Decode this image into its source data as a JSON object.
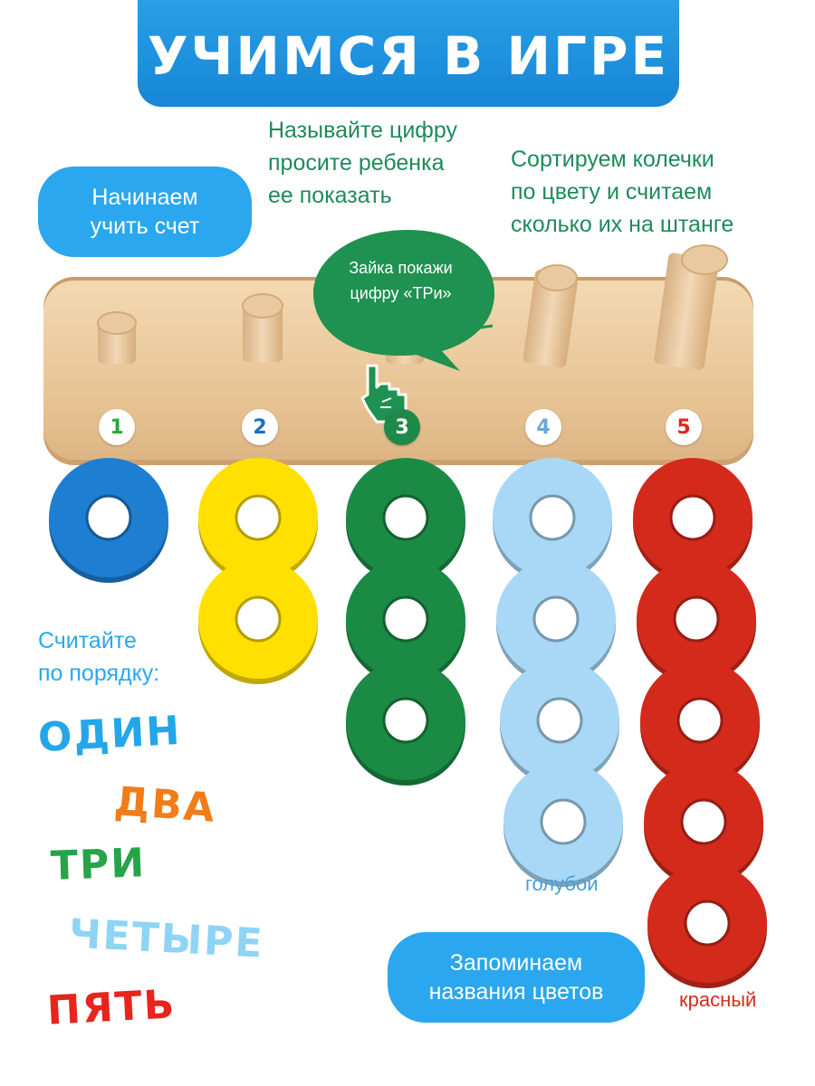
{
  "banner": {
    "title": "УЧИМСЯ В ИГРЕ"
  },
  "pill_start": {
    "line1": "Начинаем",
    "line2": "учить счет"
  },
  "note_digit": {
    "line1": "Называйте цифру",
    "line2": "просите ребенка",
    "line3": "ее показать"
  },
  "note_sort": {
    "line1": "Сортируем колечки",
    "line2": "по цвету и считаем",
    "line3": "сколько их на штанге"
  },
  "bubble": {
    "line1": "Зайка покажи",
    "line2": "цифру «ТРи»"
  },
  "badges": [
    {
      "label": "1",
      "color": "#29a83a"
    },
    {
      "label": "2",
      "color": "#1a6fc9"
    },
    {
      "label": "3",
      "color": "#1e8a4a"
    },
    {
      "label": "4",
      "color": "#6aa7d8"
    },
    {
      "label": "5",
      "color": "#e0261e"
    }
  ],
  "count_intro": {
    "line1": "Считайте",
    "line2": "по порядку:"
  },
  "count_words": [
    {
      "text": "ОДИН",
      "color": "#24a6e8"
    },
    {
      "text": "ДВА",
      "color": "#f07d1a"
    },
    {
      "text": "ТРИ",
      "color": "#27a34a"
    },
    {
      "text": "ЧЕТЫРЕ",
      "color": "#8ed4f4"
    },
    {
      "text": "ПЯТЬ",
      "color": "#e8241c"
    }
  ],
  "ring_colors": [
    "#1e7fd2",
    "#ffe000",
    "#1b8a44",
    "#a8d8f5",
    "#d42a1c"
  ],
  "ring_counts": [
    1,
    2,
    3,
    4,
    5
  ],
  "label_blue": "голубой",
  "label_red": "красный",
  "pill_colors": {
    "line1": "Запоминаем",
    "line2": "названия цветов"
  }
}
